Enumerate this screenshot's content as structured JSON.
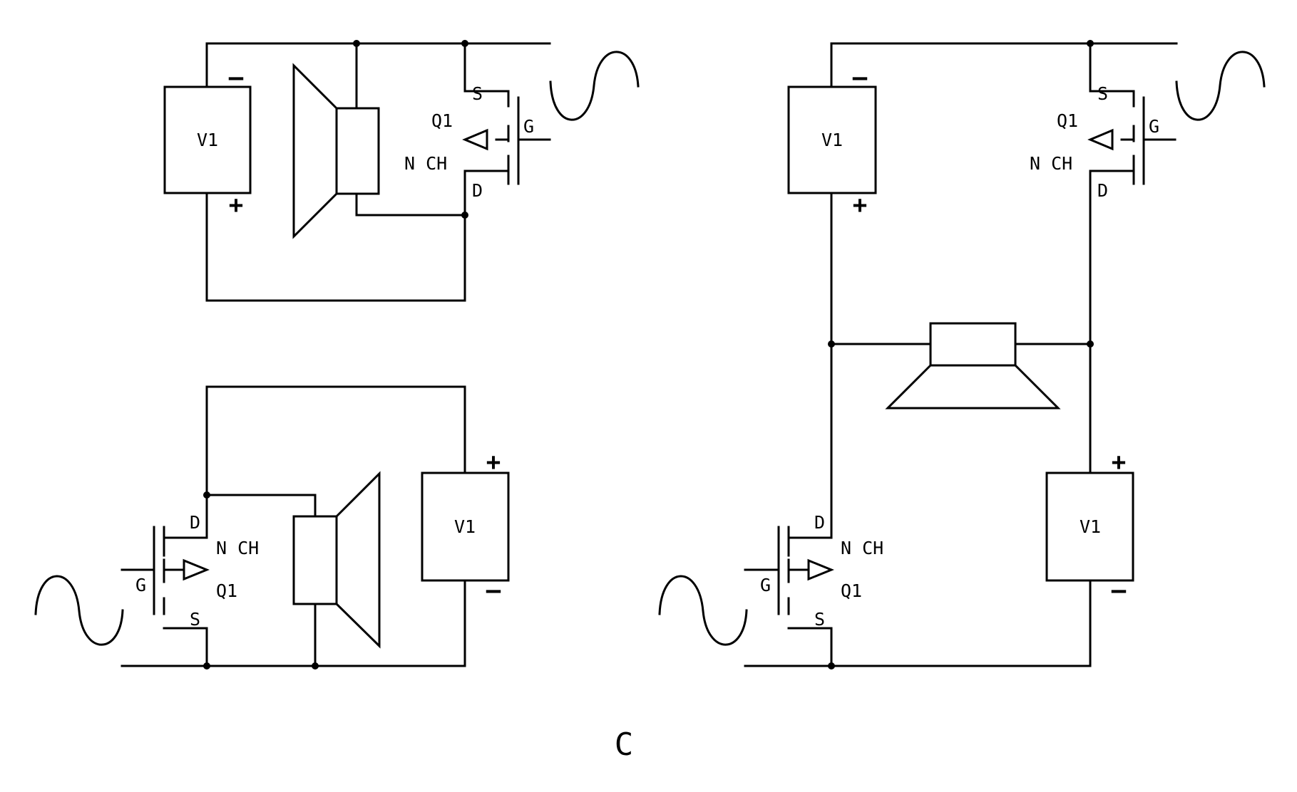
{
  "caption": "C",
  "labels": {
    "source": "V1",
    "transistor": "Q1",
    "channel": "N CH",
    "source_pin": "S",
    "gate_pin": "G",
    "drain_pin": "D",
    "plus": "+",
    "minus": "–"
  }
}
